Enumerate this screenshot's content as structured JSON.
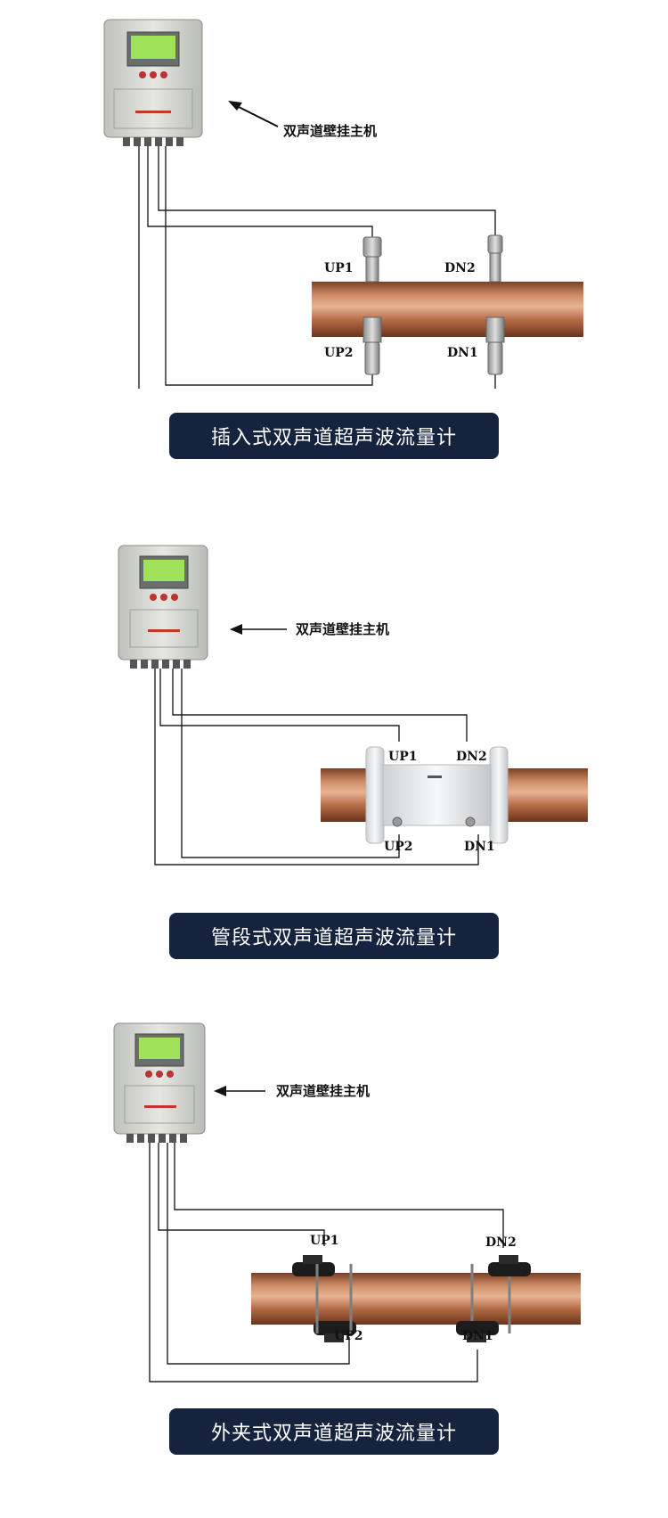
{
  "sections": [
    {
      "host_label": "双声道壁挂主机",
      "up1": "UP1",
      "dn2": "DN2",
      "up2": "UP2",
      "dn1": "DN1",
      "banner": "插入式双声道超声波流量计"
    },
    {
      "host_label": "双声道壁挂主机",
      "up1": "UP1",
      "dn2": "DN2",
      "up2": "UP2",
      "dn1": "DN1",
      "banner": "管段式双声道超声波流量计"
    },
    {
      "host_label": "双声道壁挂主机",
      "up1": "UP1",
      "dn2": "DN2",
      "up2": "UP2",
      "dn1": "DN1",
      "banner": "外夹式双声道超声波流量计"
    }
  ],
  "colors": {
    "banner_bg": "#16233f",
    "pipe": "#b8714a",
    "wire": "#222222"
  }
}
